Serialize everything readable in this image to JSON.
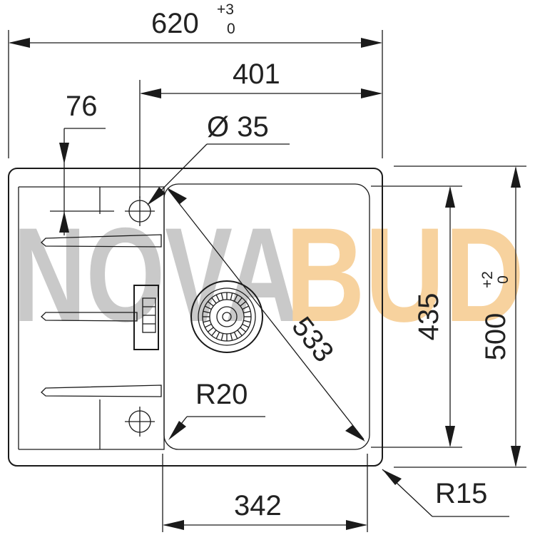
{
  "diagram": {
    "watermark": {
      "part1": "NOVA",
      "part2": "BUD",
      "color1": "#c9c9c9",
      "color2": "#f7d29e"
    },
    "dimensions": {
      "total_width": {
        "value": "620",
        "tol_upper": "+3",
        "tol_lower": "0"
      },
      "bowl_width_top": "401",
      "drainer_offset": "76",
      "tap_hole": "Ø 35",
      "diagonal": "533",
      "inner_radius": "R20",
      "bowl_height": "435",
      "total_height": {
        "value": "500",
        "tol_upper": "+2",
        "tol_lower": "0"
      },
      "bowl_width_bottom": "342",
      "outer_radius": "R15"
    },
    "colors": {
      "line": "#1a1a1a",
      "text": "#222222"
    }
  }
}
